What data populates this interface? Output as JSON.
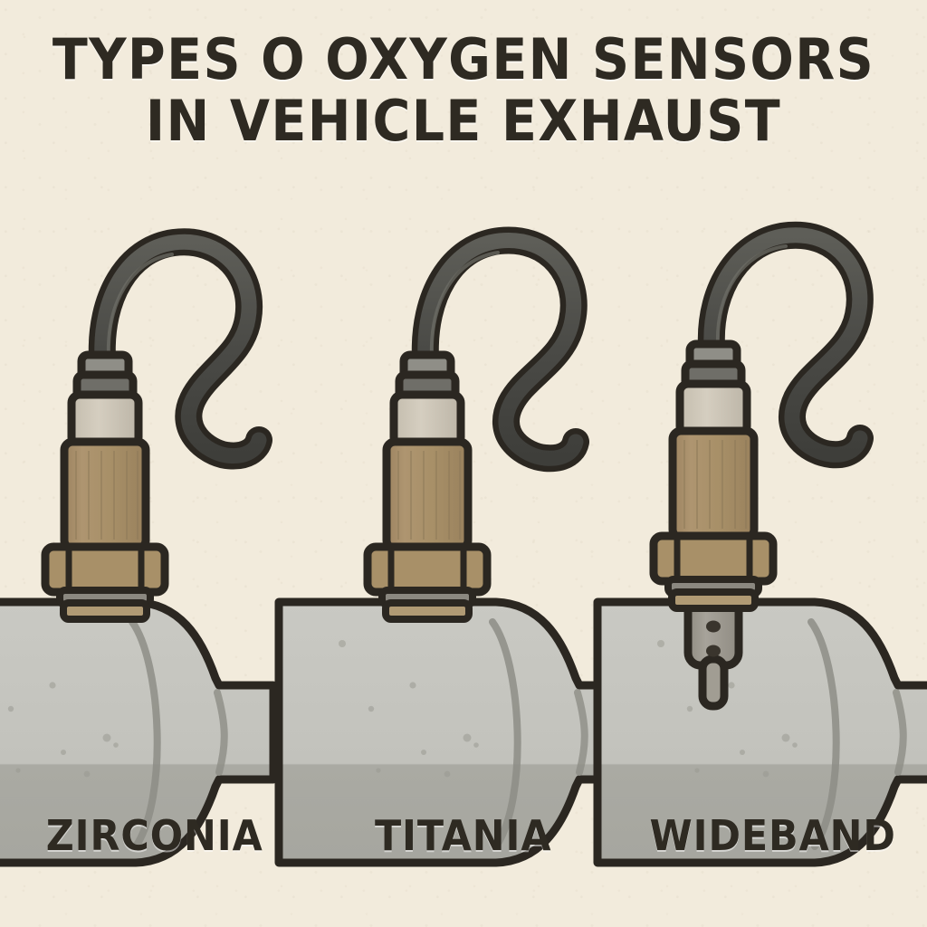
{
  "poster": {
    "title_line1": "TYPES O OXYGEN SENSORS",
    "title_line2": "IN VEHICLE EXHAUST",
    "background_color": "#f2ebdc",
    "ink_color": "#2b2721"
  },
  "palette": {
    "background": "#f2ebdc",
    "outline": "#2b2721",
    "cable_fill": "#4c4c48",
    "cable_highlight": "#6a6a64",
    "sensor_body_tan": "#a9906b",
    "sensor_body_tan_dark": "#937c5b",
    "connector_light": "#cfc8ba",
    "connector_gray": "#8f8e87",
    "connector_dark": "#5d5c56",
    "probe_gray": "#9e9a90",
    "vent_hole": "#3a352d",
    "pipe_fill": "#c3c3bd",
    "pipe_shadow": "#a9a9a2",
    "pipe_seam": "#8d8d86",
    "caption_color": "#2e2a22"
  },
  "sensors": [
    {
      "id": "sensor-zirconia",
      "label": "ZIRCONIA",
      "cable_shape": "hook-curl",
      "vent_holes": 3,
      "has_extended_tip": false,
      "probe_depth": "short"
    },
    {
      "id": "sensor-titania",
      "label": "TITANIA",
      "cable_shape": "hook-curl",
      "vent_holes": 3,
      "has_extended_tip": false,
      "probe_depth": "short"
    },
    {
      "id": "sensor-wideband",
      "label": "WIDEBAND",
      "cable_shape": "hook-curl",
      "vent_holes": 5,
      "has_extended_tip": true,
      "probe_depth": "long"
    }
  ],
  "pipes": [
    {
      "id": "exhaust-pipe-left",
      "description": "muffler body with tapered neck and outlet"
    },
    {
      "id": "exhaust-pipe-middle",
      "description": "muffler body with tapered neck and outlet"
    },
    {
      "id": "exhaust-pipe-right",
      "description": "muffler body with tapered neck and outlet"
    }
  ]
}
